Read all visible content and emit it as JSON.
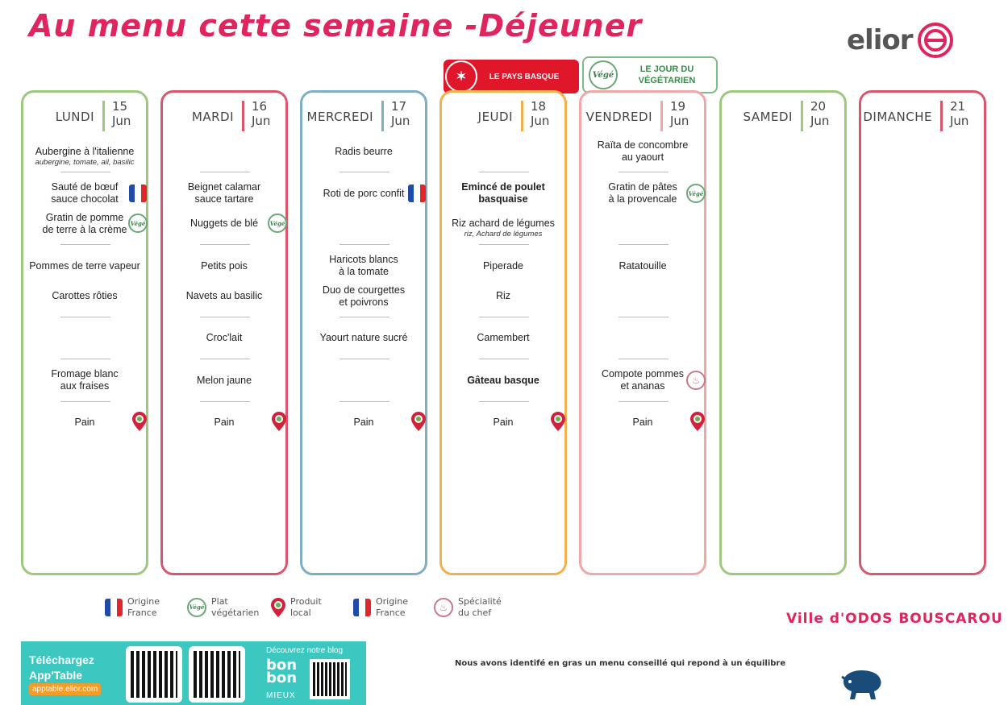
{
  "title": "Au menu cette semaine -Déjeuner",
  "logo": {
    "text": "elior"
  },
  "banners": {
    "basque": "LE PAYS BASQUE",
    "vege_icon": "Végé",
    "vege_line1": "LE JOUR DU",
    "vege_line2": "VÉGÉTARIEN"
  },
  "days": [
    {
      "name": "LUNDI",
      "num": "15",
      "month": "Jun",
      "color": "#9cc97e"
    },
    {
      "name": "MARDI",
      "num": "16",
      "month": "Jun",
      "color": "#d9566c"
    },
    {
      "name": "MERCREDI",
      "num": "17",
      "month": "Jun",
      "color": "#7fadc2"
    },
    {
      "name": "JEUDI",
      "num": "18",
      "month": "Jun",
      "color": "#f2b14c"
    },
    {
      "name": "VENDREDI",
      "num": "19",
      "month": "Jun",
      "color": "#f0a7a7"
    },
    {
      "name": "SAMEDI",
      "num": "20",
      "month": "Jun",
      "color": "#9cc97e"
    },
    {
      "name": "DIMANCHE",
      "num": "21",
      "month": "Jun",
      "color": "#d9566c"
    }
  ],
  "menu": {
    "lundi": {
      "entree": "Aubergine à l'italienne",
      "entree_sub": "aubergine, tomate, ail, basilic",
      "plat1_l1": "Sauté de bœuf",
      "plat1_l2": "sauce chocolat",
      "plat2_l1": "Gratin de pomme",
      "plat2_l2": "de terre à la crème",
      "acc1": "Pommes de terre vapeur",
      "acc2": "Carottes rôties",
      "dessert_l1": "Fromage blanc",
      "dessert_l2": "aux fraises",
      "pain": "Pain"
    },
    "mardi": {
      "plat1_l1": "Beignet calamar",
      "plat1_l2": "sauce tartare",
      "plat2": "Nuggets de blé",
      "acc1": "Petits pois",
      "acc2": "Navets au basilic",
      "laitage": "Croc'lait",
      "dessert": "Melon jaune",
      "pain": "Pain"
    },
    "mercredi": {
      "entree": "Radis beurre",
      "plat1": "Roti de porc confit",
      "acc1_l1": "Haricots blancs",
      "acc1_l2": "à la tomate",
      "acc2_l1": "Duo de courgettes",
      "acc2_l2": "et poivrons",
      "laitage": "Yaourt nature sucré",
      "pain": "Pain"
    },
    "jeudi": {
      "plat1_l1": "Emincé de poulet",
      "plat1_l2": "basquaise",
      "plat2": "Riz achard de légumes",
      "plat2_sub": "riz, Achard de légumes",
      "acc1": "Piperade",
      "acc2": "Riz",
      "laitage": "Camembert",
      "dessert": "Gâteau basque",
      "pain": "Pain"
    },
    "vendredi": {
      "entree_l1": "Raïta de concombre",
      "entree_l2": "au yaourt",
      "plat1_l1": "Gratin de pâtes",
      "plat1_l2": "à la provencale",
      "acc1": "Ratatouille",
      "dessert_l1": "Compote pommes",
      "dessert_l2": "et ananas",
      "pain": "Pain"
    }
  },
  "legend": [
    {
      "l1": "Origine",
      "l2": "France",
      "icon": "france-flag-icon"
    },
    {
      "l1": "Plat",
      "l2": "végétarien",
      "icon": "vege-icon"
    },
    {
      "l1": "Produit",
      "l2": "local",
      "icon": "local-pin-icon"
    },
    {
      "l1": "Origine",
      "l2": "France",
      "icon": "france-flag-icon"
    },
    {
      "l1": "Spécialité",
      "l2": "du chef",
      "icon": "chef-icon"
    }
  ],
  "ville": "Ville d'ODOS  BOUSCAROU",
  "app": {
    "line1": "Téléchargez",
    "line2": "App'Table",
    "url": "apptable.elior.com",
    "blog": "Découvrez notre blog",
    "bon1": "bon",
    "bon2": "bon",
    "mieux": "MIEUX"
  },
  "note": "Nous avons identifé en gras un menu conseillé qui repond à un équilibre",
  "colors": {
    "accent": "#e0245e",
    "teal": "#3cc8c0",
    "pin": "#d3203d",
    "vege": "#6aa877"
  }
}
